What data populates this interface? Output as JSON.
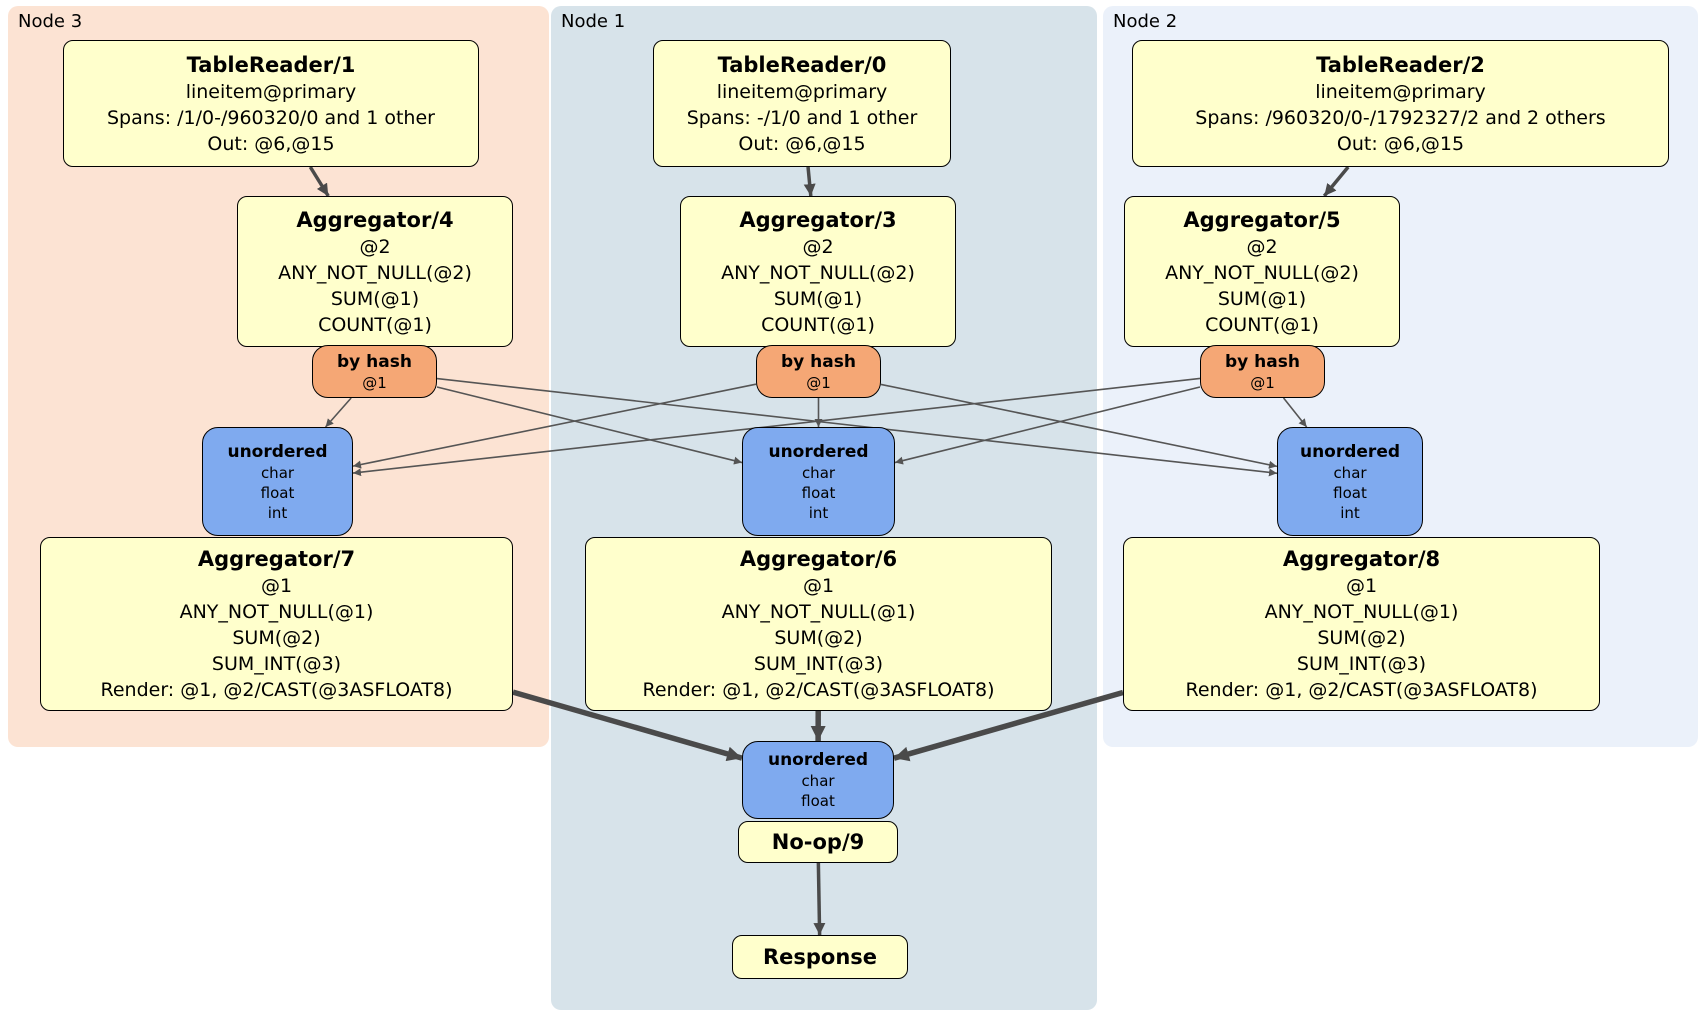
{
  "regions": {
    "node3": {
      "label": "Node 3",
      "color": "#fce3d3"
    },
    "node1": {
      "label": "Node 1",
      "color": "#d7e3ea"
    },
    "node2": {
      "label": "Node 2",
      "color": "#ebf1fa"
    }
  },
  "colors": {
    "processor_fill": "#ffffcc",
    "router_fill": "#f5a775",
    "sync_fill": "#7faaef",
    "border": "#000000",
    "edge": "#4a4a4a"
  },
  "boxes": {
    "tr1": {
      "title": "TableReader/1",
      "lines": [
        "lineitem@primary",
        "Spans: /1/0-/960320/0 and 1 other",
        "Out: @6,@15"
      ]
    },
    "tr0": {
      "title": "TableReader/0",
      "lines": [
        "lineitem@primary",
        "Spans: -/1/0 and 1 other",
        "Out: @6,@15"
      ]
    },
    "tr2": {
      "title": "TableReader/2",
      "lines": [
        "lineitem@primary",
        "Spans: /960320/0-/1792327/2 and 2 others",
        "Out: @6,@15"
      ]
    },
    "agg4": {
      "title": "Aggregator/4",
      "lines": [
        "@2",
        "ANY_NOT_NULL(@2)",
        "SUM(@1)",
        "COUNT(@1)"
      ]
    },
    "agg3": {
      "title": "Aggregator/3",
      "lines": [
        "@2",
        "ANY_NOT_NULL(@2)",
        "SUM(@1)",
        "COUNT(@1)"
      ]
    },
    "agg5": {
      "title": "Aggregator/5",
      "lines": [
        "@2",
        "ANY_NOT_NULL(@2)",
        "SUM(@1)",
        "COUNT(@1)"
      ]
    },
    "byhash4": {
      "title": "by hash",
      "lines": [
        "@1"
      ]
    },
    "byhash3": {
      "title": "by hash",
      "lines": [
        "@1"
      ]
    },
    "byhash5": {
      "title": "by hash",
      "lines": [
        "@1"
      ]
    },
    "un7": {
      "title": "unordered",
      "lines": [
        "char",
        "float",
        "int"
      ]
    },
    "un6": {
      "title": "unordered",
      "lines": [
        "char",
        "float",
        "int"
      ]
    },
    "un8": {
      "title": "unordered",
      "lines": [
        "char",
        "float",
        "int"
      ]
    },
    "agg7": {
      "title": "Aggregator/7",
      "lines": [
        "@1",
        "ANY_NOT_NULL(@1)",
        "SUM(@2)",
        "SUM_INT(@3)",
        "Render: @1, @2/CAST(@3ASFLOAT8)"
      ]
    },
    "agg6": {
      "title": "Aggregator/6",
      "lines": [
        "@1",
        "ANY_NOT_NULL(@1)",
        "SUM(@2)",
        "SUM_INT(@3)",
        "Render: @1, @2/CAST(@3ASFLOAT8)"
      ]
    },
    "agg8": {
      "title": "Aggregator/8",
      "lines": [
        "@1",
        "ANY_NOT_NULL(@1)",
        "SUM(@2)",
        "SUM_INT(@3)",
        "Render: @1, @2/CAST(@3ASFLOAT8)"
      ]
    },
    "unfinal": {
      "title": "unordered",
      "lines": [
        "char",
        "float"
      ]
    },
    "noop": {
      "title": "No-op/9",
      "lines": []
    },
    "response": {
      "title": "Response",
      "lines": []
    }
  },
  "edges": [
    {
      "from": "tr1",
      "to": "agg4",
      "kind": "medium"
    },
    {
      "from": "tr0",
      "to": "agg3",
      "kind": "medium"
    },
    {
      "from": "tr2",
      "to": "agg5",
      "kind": "medium"
    },
    {
      "from": "byhash4",
      "to": "un7",
      "kind": "thin"
    },
    {
      "from": "byhash4",
      "to": "un6",
      "kind": "thin"
    },
    {
      "from": "byhash4",
      "to": "un8",
      "kind": "thin"
    },
    {
      "from": "byhash3",
      "to": "un7",
      "kind": "thin"
    },
    {
      "from": "byhash3",
      "to": "un6",
      "kind": "thin"
    },
    {
      "from": "byhash3",
      "to": "un8",
      "kind": "thin"
    },
    {
      "from": "byhash5",
      "to": "un7",
      "kind": "thin"
    },
    {
      "from": "byhash5",
      "to": "un6",
      "kind": "thin"
    },
    {
      "from": "byhash5",
      "to": "un8",
      "kind": "thin"
    },
    {
      "from": "agg7",
      "to": "unfinal",
      "kind": "thick"
    },
    {
      "from": "agg6",
      "to": "unfinal",
      "kind": "thick"
    },
    {
      "from": "agg8",
      "to": "unfinal",
      "kind": "thick"
    },
    {
      "from": "noop",
      "to": "response",
      "kind": "medium"
    }
  ]
}
